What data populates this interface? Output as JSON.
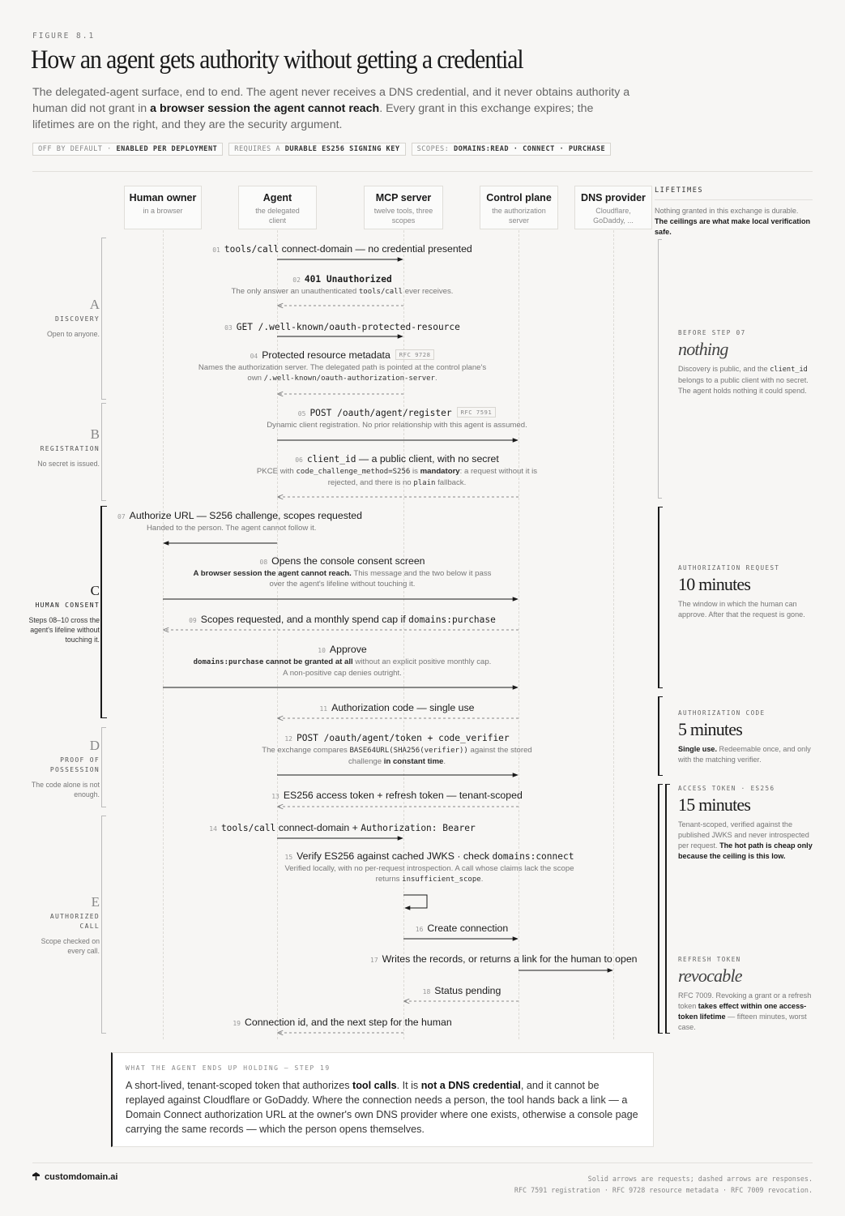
{
  "header": {
    "figure_label": "FIGURE 8.1",
    "title": "How an agent gets authority without getting a credential",
    "subtitle_a": "The delegated-agent surface, end to end. The agent never receives a DNS credential, and it never obtains authority a human did not grant in ",
    "subtitle_bold": "a browser session the agent cannot reach",
    "subtitle_b": ". Every grant in this exchange expires; the lifetimes are on the right, and they are the security argument.",
    "tags": [
      {
        "muted": "OFF BY DEFAULT · ",
        "bold": "ENABLED PER DEPLOYMENT"
      },
      {
        "muted": "REQUIRES A ",
        "bold": "DURABLE ES256 SIGNING KEY"
      },
      {
        "muted": "SCOPES: ",
        "bold": "DOMAINS:READ · CONNECT · PURCHASE"
      }
    ]
  },
  "participants": [
    {
      "name": "Human owner",
      "sub": "in a browser"
    },
    {
      "name": "Agent",
      "sub": "the delegated client"
    },
    {
      "name": "MCP server",
      "sub": "twelve tools, three scopes"
    },
    {
      "name": "Control plane",
      "sub": "the authorization server"
    },
    {
      "name": "DNS provider",
      "sub": "Cloudflare, GoDaddy, ..."
    }
  ],
  "phases": [
    {
      "letter": "A",
      "name": "DISCOVERY",
      "desc": "Open to anyone."
    },
    {
      "letter": "B",
      "name": "REGISTRATION",
      "desc": "No secret is issued."
    },
    {
      "letter": "C",
      "name": "HUMAN CONSENT",
      "desc": "Steps 08–10 cross the agent's lifeline without touching it."
    },
    {
      "letter": "D",
      "name": "PROOF OF POSSESSION",
      "desc": "The code alone is not enough."
    },
    {
      "letter": "E",
      "name": "AUTHORIZED CALL",
      "desc": "Scope checked on every call."
    }
  ],
  "messages": [
    {
      "num": "01",
      "title": "tools/call connect-domain — no credential presented"
    },
    {
      "num": "02",
      "title": "401 Unauthorized",
      "desc": "The only answer an unauthenticated tools/call ever receives."
    },
    {
      "num": "03",
      "title": "GET /.well-known/oauth-protected-resource"
    },
    {
      "num": "04",
      "title": "Protected resource metadata",
      "rfc": "RFC 9728",
      "desc": "Names the authorization server. The delegated path is pointed at the control plane's own /.well-known/oauth-authorization-server."
    },
    {
      "num": "05",
      "title": "POST /oauth/agent/register",
      "rfc": "RFC 7591",
      "desc": "Dynamic client registration. No prior relationship with this agent is assumed."
    },
    {
      "num": "06",
      "title": "client_id — a public client, with no secret",
      "desc": "PKCE with code_challenge_method=S256 is mandatory: a request without it is rejected, and there is no plain fallback."
    },
    {
      "num": "07",
      "title": "Authorize URL — S256 challenge, scopes requested",
      "desc": "Handed to the person. The agent cannot follow it."
    },
    {
      "num": "08",
      "title": "Opens the console consent screen",
      "desc_bold": "A browser session the agent cannot reach.",
      "desc": "This message and the two below it pass over the agent's lifeline without touching it."
    },
    {
      "num": "09",
      "title": "Scopes requested, and a monthly spend cap if domains:purchase"
    },
    {
      "num": "10",
      "title": "Approve",
      "desc_bold": "domains:purchase cannot be granted at all",
      "desc": "without an explicit positive monthly cap. A non-positive cap denies outright."
    },
    {
      "num": "11",
      "title": "Authorization code — single use"
    },
    {
      "num": "12",
      "title": "POST /oauth/agent/token + code_verifier",
      "desc": "The exchange compares BASE64URL(SHA256(verifier)) against the stored challenge in constant time."
    },
    {
      "num": "13",
      "title": "ES256 access token + refresh token — tenant-scoped"
    },
    {
      "num": "14",
      "title": "tools/call connect-domain + Authorization: Bearer"
    },
    {
      "num": "15",
      "title": "Verify ES256 against cached JWKS · check domains:connect",
      "desc": "Verified locally, with no per-request introspection. A call whose claims lack the scope returns insufficient_scope."
    },
    {
      "num": "16",
      "title": "Create connection"
    },
    {
      "num": "17",
      "title": "Writes the records, or returns a link for the human to open"
    },
    {
      "num": "18",
      "title": "Status pending"
    },
    {
      "num": "19",
      "title": "Connection id, and the next step for the human"
    }
  ],
  "lifetimes": {
    "heading": "LIFETIMES",
    "intro": "Nothing granted in this exchange is durable.",
    "intro_bold": "The ceilings are what make local verification safe.",
    "items": [
      {
        "label": "BEFORE STEP 07",
        "value": "nothing",
        "desc": "Discovery is public, and the client_id belongs to a public client with no secret. The agent holds nothing it could spend."
      },
      {
        "label": "AUTHORIZATION REQUEST",
        "value": "10 minutes",
        "desc": "The window in which the human can approve. After that the request is gone."
      },
      {
        "label": "AUTHORIZATION CODE",
        "value": "5 minutes",
        "desc_bold": "Single use.",
        "desc": "Redeemable once, and only with the matching verifier."
      },
      {
        "label": "ACCESS TOKEN · ES256",
        "value": "15 minutes",
        "desc": "Tenant-scoped, verified against the published JWKS and never introspected per request.",
        "desc_bold": "The hot path is cheap only because the ceiling is this low."
      },
      {
        "label": "REFRESH TOKEN",
        "value": "revocable",
        "desc": "RFC 7009. Revoking a grant or a refresh token",
        "desc_bold": "takes effect within one access-token lifetime",
        "desc_b": "— fifteen minutes, worst case."
      }
    ]
  },
  "holding": {
    "label": "WHAT THE AGENT ENDS UP HOLDING — STEP 19",
    "t1": "A short-lived, tenant-scoped token that authorizes ",
    "b1": "tool calls",
    "t2": ". It is ",
    "b2": "not a DNS credential",
    "t3": ", and it cannot be replayed against Cloudflare or GoDaddy. Where the connection needs a person, the tool hands back a link — a Domain Connect authorization URL at the owner's own DNS provider where one exists, otherwise a console page carrying the same records — which the person opens themselves."
  },
  "footer": {
    "brand": "customdomain.ai",
    "note1": "Solid arrows are requests; dashed arrows are responses.",
    "note2": "RFC 7591 registration · RFC 9728 resource metadata · RFC 7009 revocation."
  }
}
